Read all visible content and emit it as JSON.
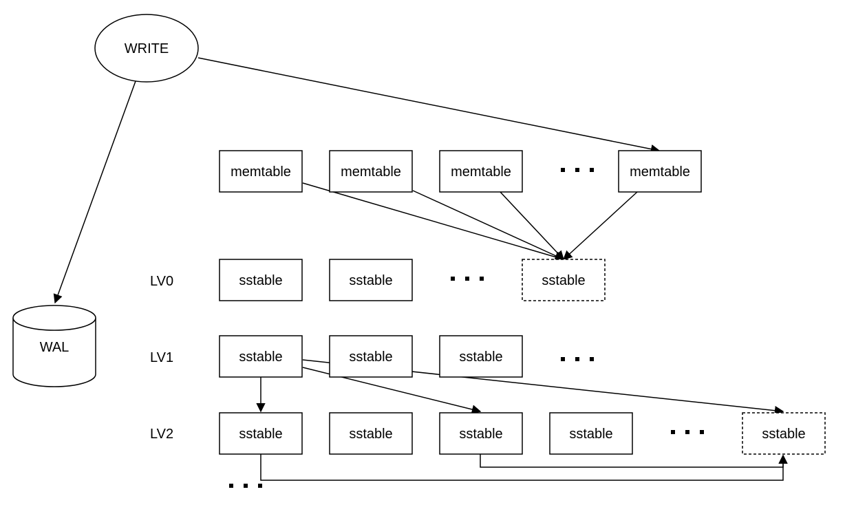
{
  "write": {
    "label": "WRITE"
  },
  "wal": {
    "label": "WAL"
  },
  "memtables": [
    {
      "label": "memtable"
    },
    {
      "label": "memtable"
    },
    {
      "label": "memtable"
    },
    {
      "label": "memtable"
    }
  ],
  "levels": {
    "lv0": {
      "label": "LV0",
      "sstables": [
        {
          "label": "sstable",
          "dashed": false
        },
        {
          "label": "sstable",
          "dashed": false
        },
        {
          "label": "sstable",
          "dashed": true
        }
      ]
    },
    "lv1": {
      "label": "LV1",
      "sstables": [
        {
          "label": "sstable",
          "dashed": false
        },
        {
          "label": "sstable",
          "dashed": false
        },
        {
          "label": "sstable",
          "dashed": false
        }
      ]
    },
    "lv2": {
      "label": "LV2",
      "sstables": [
        {
          "label": "sstable",
          "dashed": false
        },
        {
          "label": "sstable",
          "dashed": false
        },
        {
          "label": "sstable",
          "dashed": false
        },
        {
          "label": "sstable",
          "dashed": false
        },
        {
          "label": "sstable",
          "dashed": true
        }
      ]
    }
  }
}
